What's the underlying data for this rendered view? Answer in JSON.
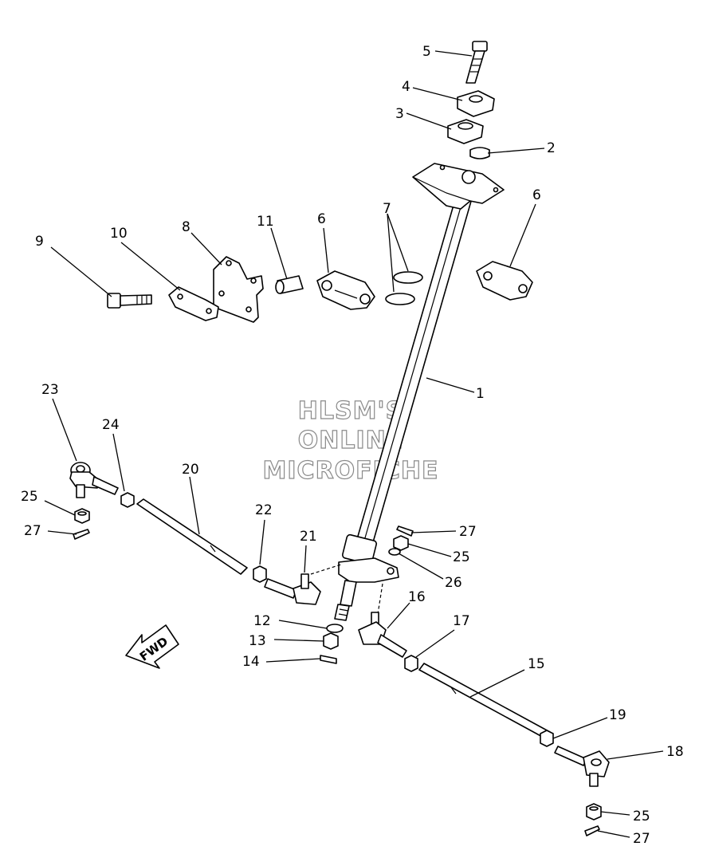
{
  "watermark": [
    "HLSM'S",
    "ONLINE",
    "MICROFICHE"
  ],
  "direction_label": "FWD",
  "callouts": [
    {
      "id": "c5",
      "text": "5"
    },
    {
      "id": "c4",
      "text": "4"
    },
    {
      "id": "c3",
      "text": "3"
    },
    {
      "id": "c2",
      "text": "2"
    },
    {
      "id": "c6a",
      "text": "6"
    },
    {
      "id": "c6b",
      "text": "6"
    },
    {
      "id": "c7",
      "text": "7"
    },
    {
      "id": "c11",
      "text": "11"
    },
    {
      "id": "c8",
      "text": "8"
    },
    {
      "id": "c10",
      "text": "10"
    },
    {
      "id": "c9",
      "text": "9"
    },
    {
      "id": "c1",
      "text": "1"
    },
    {
      "id": "c23",
      "text": "23"
    },
    {
      "id": "c24",
      "text": "24"
    },
    {
      "id": "c20",
      "text": "20"
    },
    {
      "id": "c25a",
      "text": "25"
    },
    {
      "id": "c27a",
      "text": "27"
    },
    {
      "id": "c22",
      "text": "22"
    },
    {
      "id": "c21",
      "text": "21"
    },
    {
      "id": "c27b",
      "text": "27"
    },
    {
      "id": "c25b",
      "text": "25"
    },
    {
      "id": "c26",
      "text": "26"
    },
    {
      "id": "c16",
      "text": "16"
    },
    {
      "id": "c17",
      "text": "17"
    },
    {
      "id": "c12",
      "text": "12"
    },
    {
      "id": "c13",
      "text": "13"
    },
    {
      "id": "c14",
      "text": "14"
    },
    {
      "id": "c15",
      "text": "15"
    },
    {
      "id": "c19",
      "text": "19"
    },
    {
      "id": "c18",
      "text": "18"
    },
    {
      "id": "c25c",
      "text": "25"
    },
    {
      "id": "c27c",
      "text": "27"
    }
  ]
}
